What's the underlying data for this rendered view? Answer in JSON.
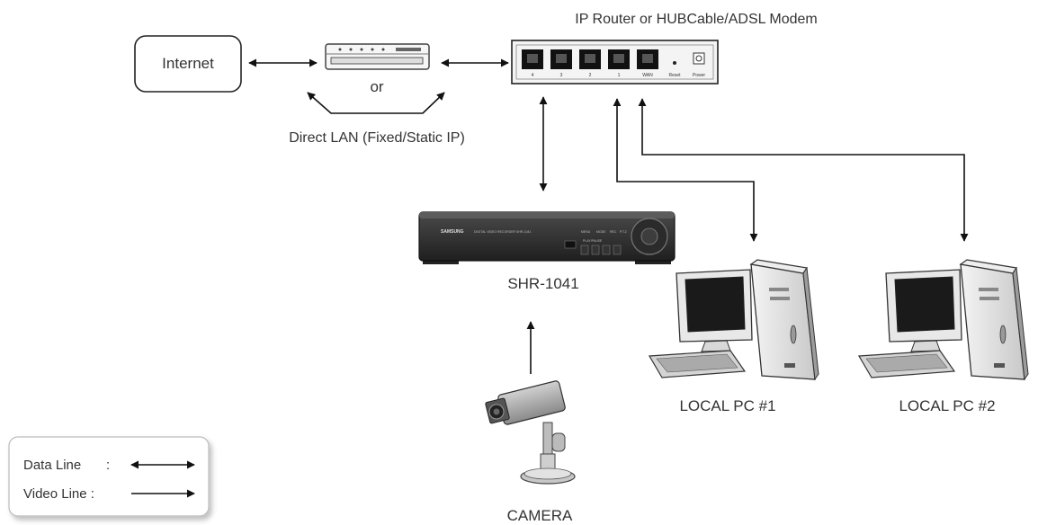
{
  "labels": {
    "internet": "Internet",
    "or": "or",
    "direct_lan": "Direct LAN (Fixed/Static IP)",
    "router_title": "IP Router or HUBCable/ADSL Modem",
    "dvr": "SHR-1041",
    "pc1": "LOCAL PC #1",
    "pc2": "LOCAL PC #2",
    "camera": "CAMERA"
  },
  "router": {
    "ports": [
      "4",
      "3",
      "2",
      "1",
      "WAN"
    ],
    "reset": "Reset",
    "power": "Power"
  },
  "dvr_device": {
    "brand": "SAMSUNG",
    "model_text": "DIGITAL VIDEO RECORDER SHR-1041",
    "buttons": [
      "MENU",
      "MODE",
      "REC",
      "P.T.Z",
      "PLAY/PAUSE"
    ]
  },
  "legend": {
    "data_line": "Data Line",
    "data_sep": ":",
    "video_line": "Video Line :"
  }
}
